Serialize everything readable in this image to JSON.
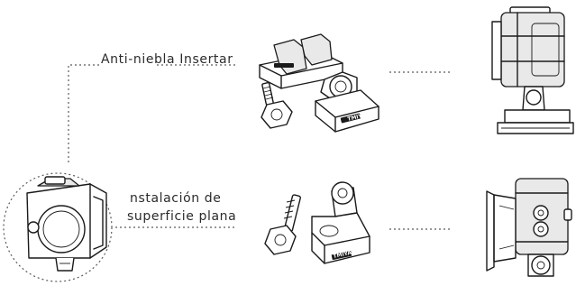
{
  "labels": {
    "top": "Anti-niebla Insertar",
    "bottom_line1": "nstalación de",
    "bottom_line2": "superficie plana"
  },
  "brand_text": "TMIYA",
  "colors": {
    "background": "#ffffff",
    "line": "#1a1a1a",
    "text": "#2b2b2b",
    "dotted_line": "#5a5a5a"
  }
}
